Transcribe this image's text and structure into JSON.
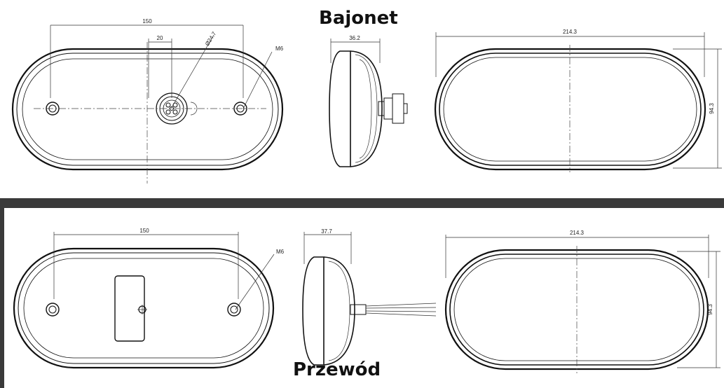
{
  "views": {
    "bajonet": {
      "title": "Bajonet",
      "dims": {
        "width": "150",
        "offset": "20",
        "diameter": "Ø24.7",
        "thread": "M6",
        "depth": "36.2",
        "length": "214.3",
        "height": "94.3"
      }
    },
    "przewod": {
      "title": "Przewód",
      "dims": {
        "width": "150",
        "thread": "M6",
        "depth": "37.7",
        "length": "214.3",
        "height": "94.3"
      }
    }
  }
}
